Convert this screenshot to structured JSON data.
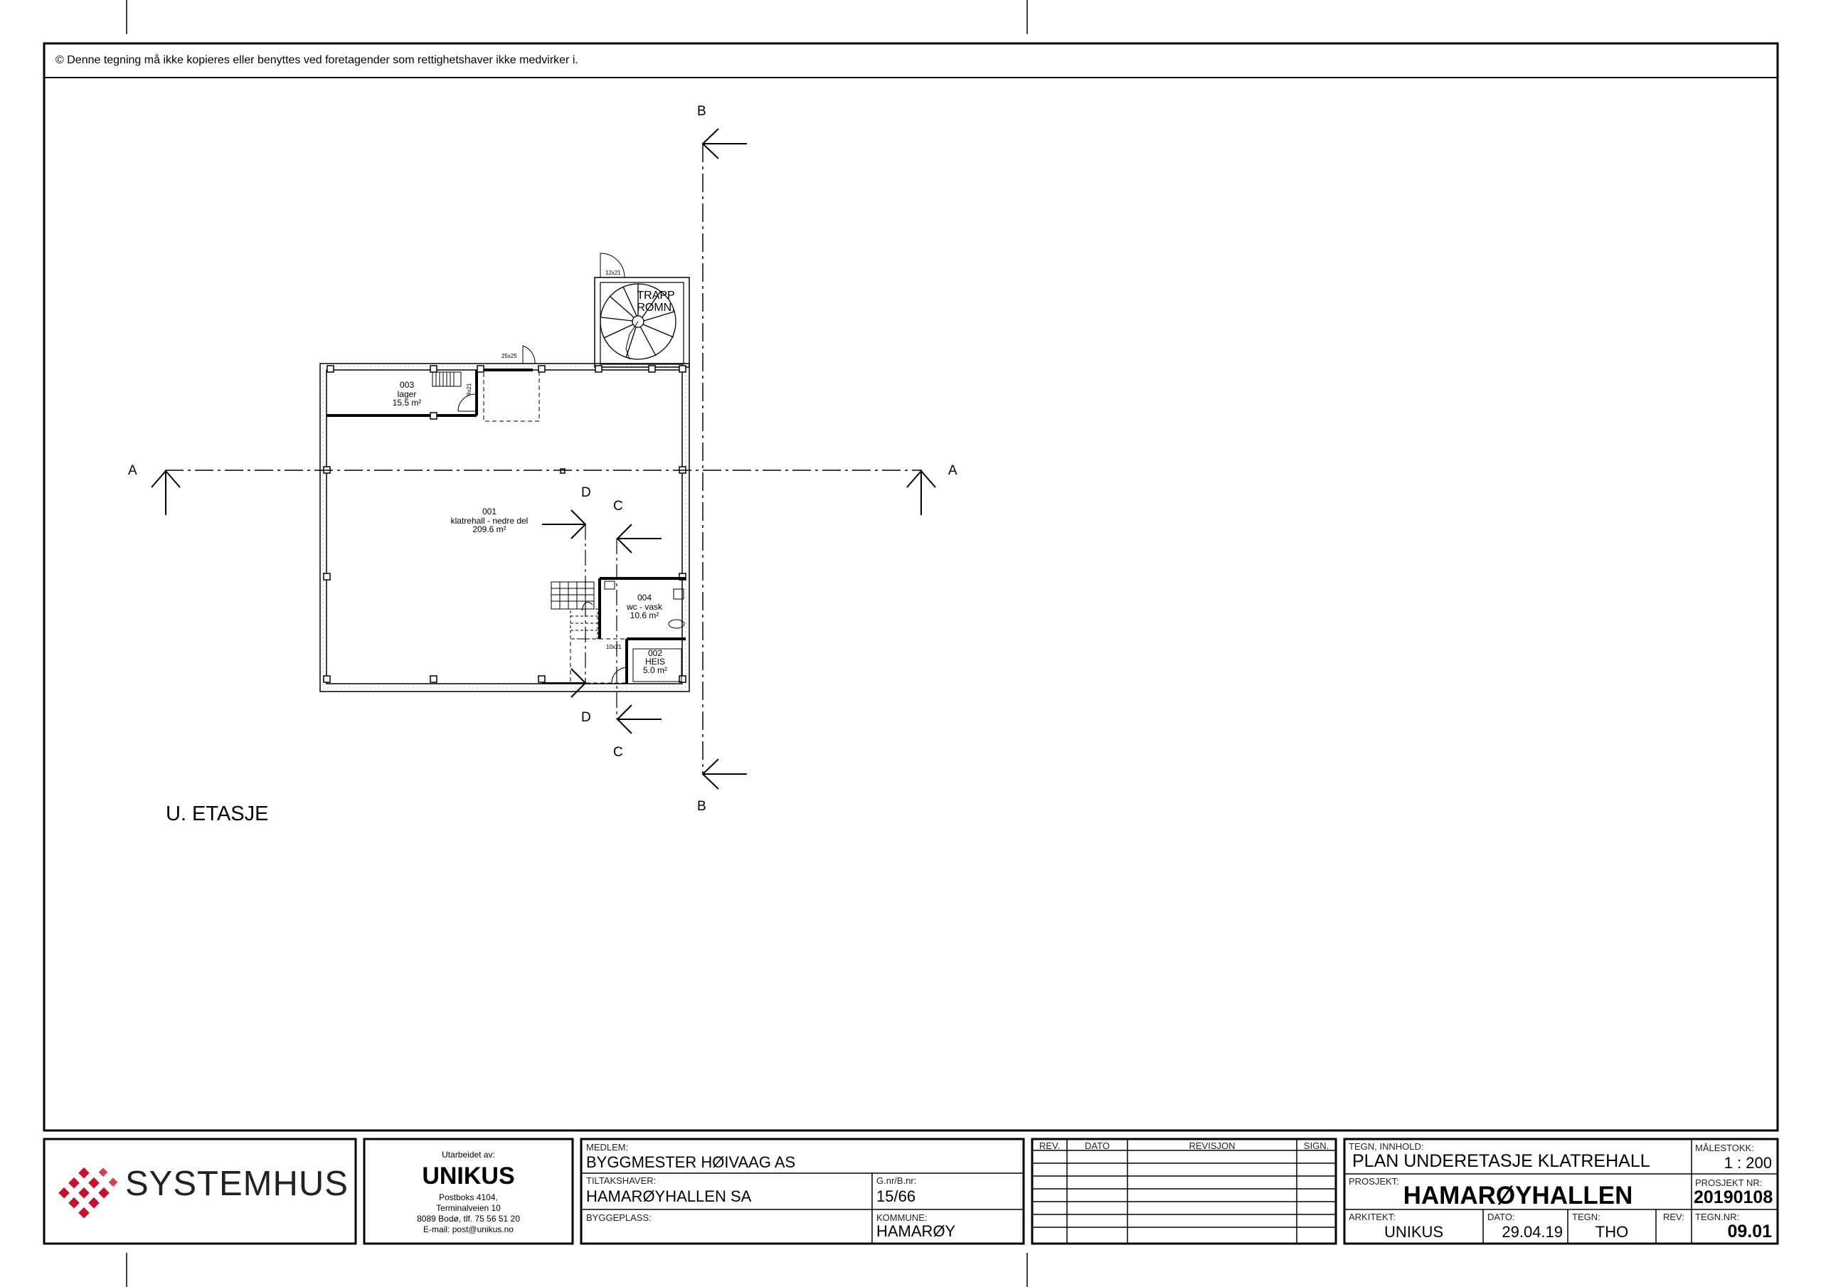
{
  "copyright_notice": "© Denne tegning må ikke kopieres eller benyttes ved foretagender som rettighetshaver ikke medvirker i.",
  "plan": {
    "floor_label": "U. ETASJE",
    "section_markers": {
      "a": "A",
      "b": "B",
      "c": "C",
      "d": "D"
    },
    "rooms": [
      {
        "number": "003",
        "name": "lager",
        "area": "15.5 m²"
      },
      {
        "number": "001",
        "name": "klatrehall - nedre del",
        "area": "209.6 m²"
      },
      {
        "number": "004",
        "name": "wc - vask",
        "area": "10.6 m²"
      },
      {
        "number": "002",
        "name": "HEIS",
        "area": "5.0 m²"
      },
      {
        "name_line1": "TRAPP",
        "name_line2": "ROMN."
      }
    ],
    "door_sizes": {
      "top": "12x21",
      "lager_roof": "25x25",
      "lager_door": "9x21",
      "heis": "10x21"
    }
  },
  "title_block": {
    "company_logo": "SYSTEMHUS",
    "prepared_by": {
      "label": "Utarbeidet av:",
      "company": "UNIKUS",
      "address1": "Postboks 4104,",
      "address2": "Terminalveien 10",
      "address3": "8089 Bodø, tlf. 75 56 51 20",
      "email": "E-mail: post@unikus.no"
    },
    "member": {
      "label": "MEDLEM:",
      "value": "BYGGMESTER HØIVAAG AS"
    },
    "owner": {
      "label": "TILTAKSHAVER:",
      "value": "HAMARØYHALLEN SA"
    },
    "gnr": {
      "label": "G.nr/B.nr:",
      "value": "15/66"
    },
    "site": {
      "label": "BYGGEPLASS:",
      "value": ""
    },
    "municipality": {
      "label": "KOMMUNE:",
      "value": "HAMARØY"
    },
    "revision_table": {
      "headers": [
        "REV.",
        "DATO",
        "REVISJON",
        "SIGN."
      ]
    },
    "content": {
      "label": "TEGN, INNHOLD:",
      "value": "PLAN UNDERETASJE KLATREHALL"
    },
    "scale": {
      "label": "MÅLESTOKK:",
      "value": "1 : 200"
    },
    "project": {
      "label": "PROSJEKT:",
      "value": "HAMARØYHALLEN"
    },
    "project_nr": {
      "label": "PROSJEKT NR:",
      "value": "20190108"
    },
    "architect": {
      "label": "ARKITEKT:",
      "value": "UNIKUS"
    },
    "date": {
      "label": "DATO:",
      "value": "29.04.19"
    },
    "drawn_by": {
      "label": "TEGN:",
      "value": "THO"
    },
    "rev": {
      "label": "REV:",
      "value": ""
    },
    "drawing_nr": {
      "label": "TEGN.NR:",
      "value": "09.01"
    }
  }
}
